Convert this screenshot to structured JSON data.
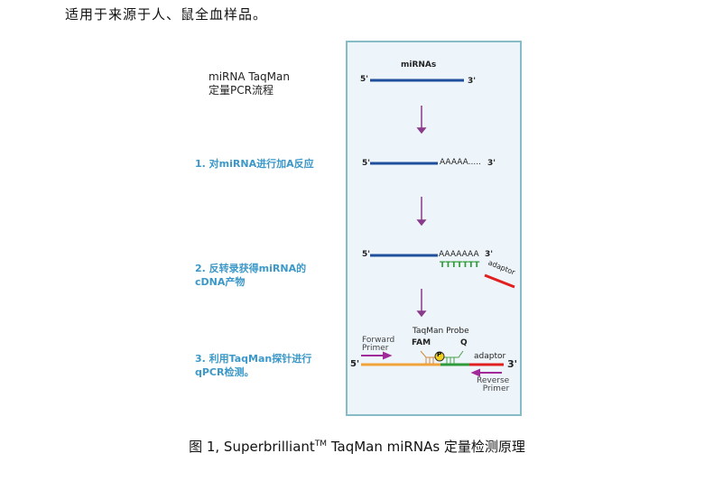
{
  "intro_text": "适用于来源于人、鼠全血样品。",
  "figure": {
    "title_line1": "miRNA TaqMan",
    "title_line2": "定量PCR流程",
    "steps": [
      {
        "line1": "1. 对miRNA进行加A反应"
      },
      {
        "line1": "2. 反转录获得miRNA的",
        "line2": "cDNA产物"
      },
      {
        "line1": "3. 利用TaqMan探针进行",
        "line2": "qPCR检测。"
      }
    ],
    "diagram": {
      "mirnas_label": "miRNAs",
      "five_prime": "5'",
      "three_prime": "3'",
      "polya_short": "AAAAA.....",
      "polya": "AAAAAAA",
      "polyt": "TTTTTTT",
      "adaptor": "adaptor",
      "taqman_probe": "TaqMan Probe",
      "fam": "FAM",
      "q": "Q",
      "p": "P",
      "forward_primer_1": "Forward",
      "forward_primer_2": "Primer",
      "reverse_primer_1": "Reverse",
      "reverse_primer_2": "Primer"
    }
  },
  "caption": {
    "prefix": "图 1, Superbrilliant",
    "sup": "TM",
    "suffix": " TaqMan miRNAs 定量检测原理"
  }
}
